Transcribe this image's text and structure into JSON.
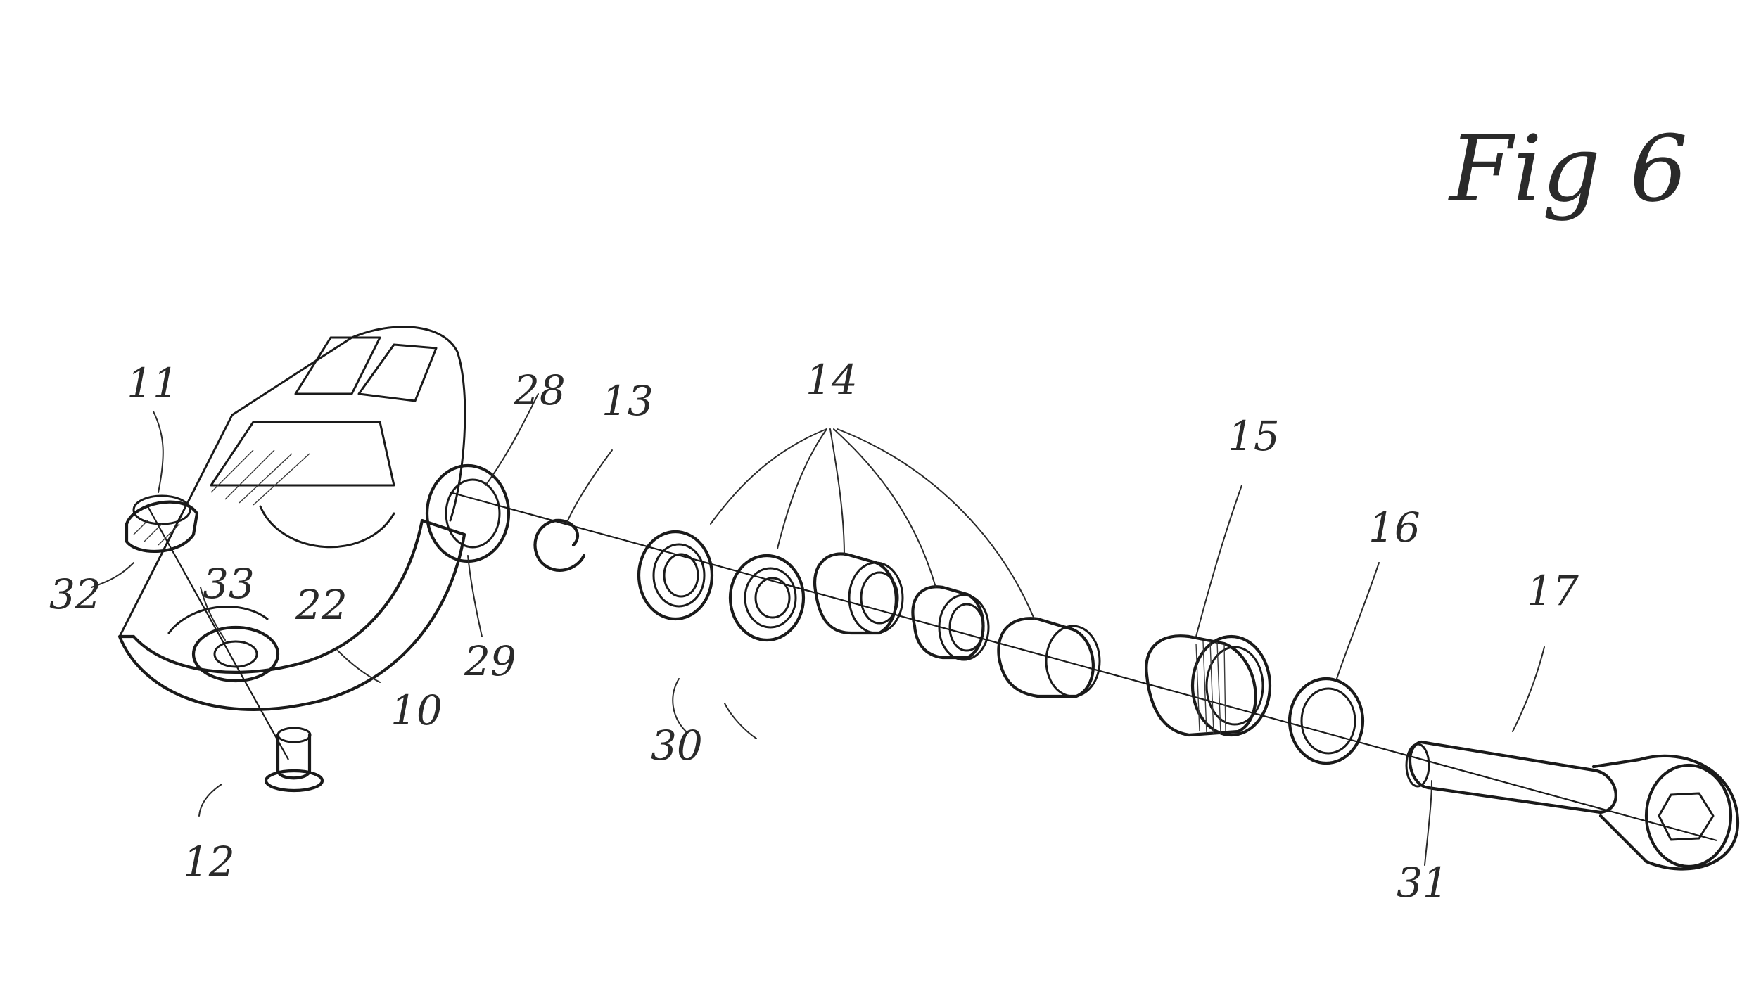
{
  "figure": {
    "title": "Fig 6"
  },
  "reference_numerals": {
    "n10": "10",
    "n11": "11",
    "n12": "12",
    "n13": "13",
    "n14": "14",
    "n15": "15",
    "n16": "16",
    "n17": "17",
    "n22": "22",
    "n28": "28",
    "n29": "29",
    "n30": "30",
    "n31": "31",
    "n32": "32",
    "n33": "33"
  },
  "style": {
    "ink_color": "#1a1a1a",
    "background": "#ffffff"
  }
}
